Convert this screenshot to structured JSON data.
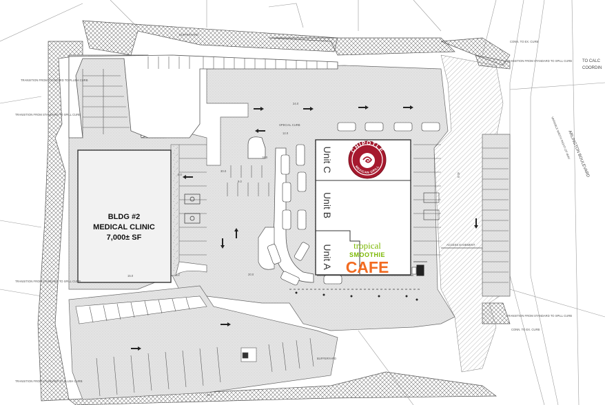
{
  "building2": {
    "name": "BLDG #2",
    "use": "MEDICAL CLINIC",
    "area": "7,000± SF"
  },
  "units": [
    {
      "label": "Unit C"
    },
    {
      "label": "Unit B"
    },
    {
      "label": "Unit A"
    }
  ],
  "tenants": {
    "chipotle": {
      "name": "CHIPOTLE",
      "tagline": "MEXICAN GRILL",
      "color": "#a6192e"
    },
    "tropical": {
      "line1": "tropical",
      "line2": "SMOOTHIE",
      "line3": "CAFE",
      "green": "#7ab800",
      "orange": "#f26b21"
    }
  },
  "notes": {
    "transition_flush_top": "TRANSITION FROM STANDARD TO FLUSH CURB",
    "transition_spill_left": "TRANSITION FROM STANDARD TO SPILL CURB",
    "transition_spill_lower_left": "TRANSITION FROM STANDARD TO SPILL CURB",
    "transition_flush_bottom": "TRANSITION FROM STANDARD TO FLUSH CURB",
    "transition_spill_right_top": "TRANSITION FROM STANDARD TO SPILL CURB",
    "transition_spill_right_bottom": "TRANSITION FROM STANDARD TO SPILL CURB",
    "conn_ex_curb_top": "CONN. TO EX. CURB",
    "conn_ex_curb_bottom": "CONN. TO EX. CURB",
    "bufferyard_top": "BUFFERYARD",
    "bufferyard_bottom": "BUFFERYARD",
    "access_easement": "ACCESS EASEMENT",
    "special_curb": "SPECIAL CURB",
    "to_calc": "TO CALC",
    "coordin": "COORDIN",
    "arlington": "ARLINGTON BOULEVARD",
    "variable_width": "VARIABLE WIDTH RIGHT-OF-WAY"
  },
  "dims": {
    "d24": "24.0",
    "d12": "12.0",
    "d18": "18.0",
    "d9": "9.0",
    "d5": "5.0",
    "d30": "30.0",
    "d40": "40.0",
    "d15": "15.0",
    "d20": "20.0",
    "d60": "60.0"
  },
  "colors": {
    "line": "#555555",
    "hatch": "#888888",
    "paving": "#e6e6e6",
    "dots": "#bdbdbd"
  }
}
